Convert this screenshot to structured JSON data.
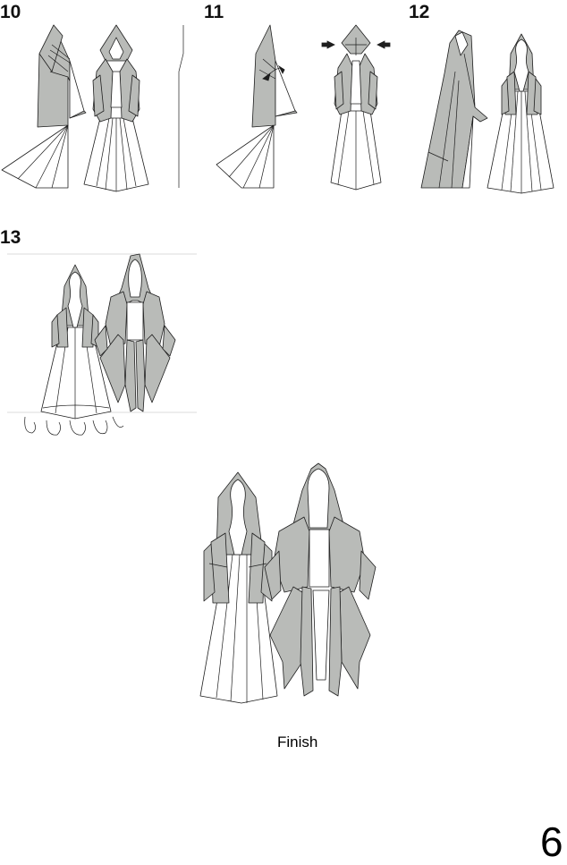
{
  "steps": [
    {
      "number": "10"
    },
    {
      "number": "11"
    },
    {
      "number": "12"
    },
    {
      "number": "13"
    }
  ],
  "finish": {
    "caption": "Finish"
  },
  "page": {
    "number": "6"
  },
  "colors": {
    "paper_gray": "#b9bbb8",
    "paper_white": "#ffffff",
    "line": "#1e1e1e"
  }
}
